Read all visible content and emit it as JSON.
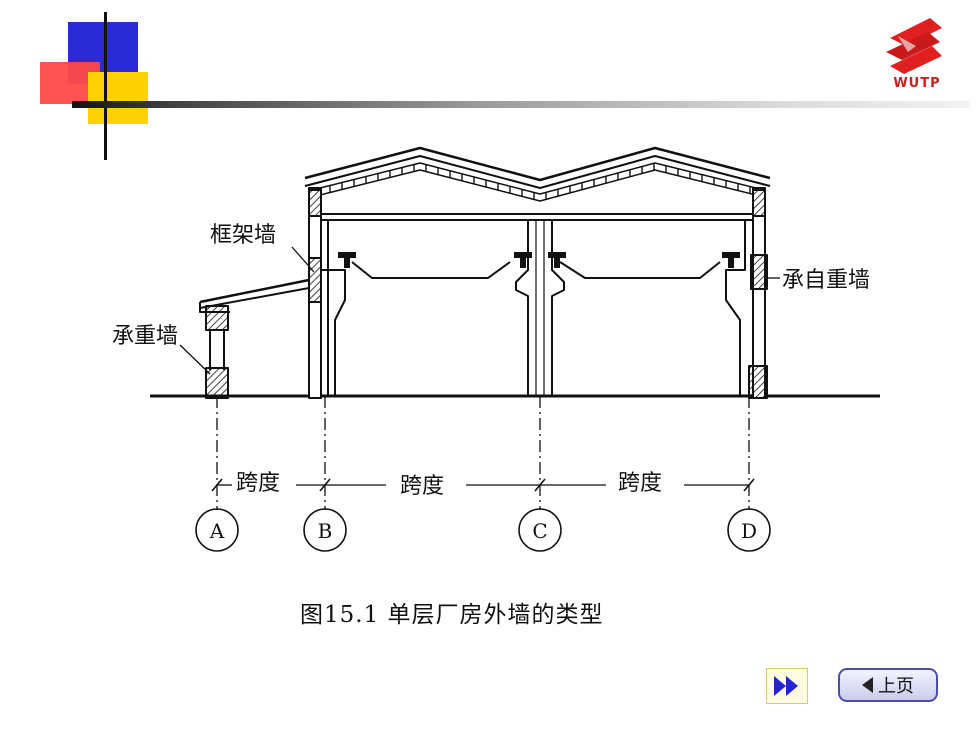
{
  "logo": {
    "text": "WUTP",
    "color": "#cc1f1f"
  },
  "diagram": {
    "labels": {
      "frame_wall": "框架墙",
      "load_bearing_wall": "承重墙",
      "self_bearing_wall": "承自重墙"
    },
    "span_label": "跨度",
    "axes": [
      "A",
      "B",
      "C",
      "D"
    ]
  },
  "caption": "图15.1  单层厂房外墙的类型",
  "nav": {
    "next_icon": "double-arrow-right-icon",
    "prev_label": "上页",
    "accent": "#2525c8"
  }
}
